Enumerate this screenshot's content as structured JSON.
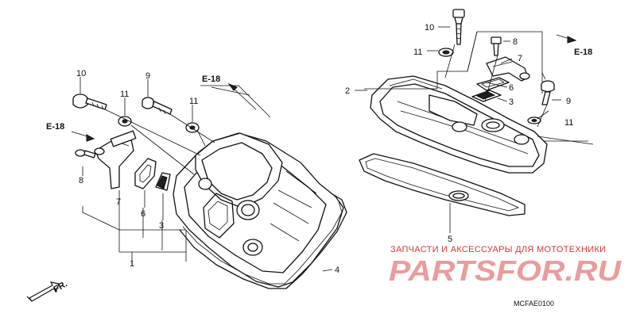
{
  "refs": {
    "e18_mid": "E-18",
    "e18_left": "E-18",
    "e18_right": "E-18"
  },
  "labels": {
    "n1": "1",
    "n3_left": "3",
    "n4": "4",
    "n5": "5",
    "n6_left": "6",
    "n7_left": "7",
    "n8_left": "8",
    "n9_left": "9",
    "n10_left": "10",
    "n11_left_a": "11",
    "n11_left_b": "11",
    "n2": "2",
    "n3_right": "3",
    "n6_right": "6",
    "n7_right": "7",
    "n8_right": "8",
    "n9_right": "9",
    "n10_right": "10",
    "n11_right_a": "11",
    "n11_right_b": "11"
  },
  "direction": {
    "label": "FR."
  },
  "diagram_code": "MCFAE0100",
  "watermark": {
    "subtitle": "ЗАПЧАСТИ И АКСЕССУАРЫ ДЛЯ МОТОТЕХНИКИ",
    "brand": "PARTSFOR.RU"
  },
  "icons": {
    "direction_arrow": "front-direction-arrow-icon",
    "reference_arrow": "arrow-icon"
  }
}
